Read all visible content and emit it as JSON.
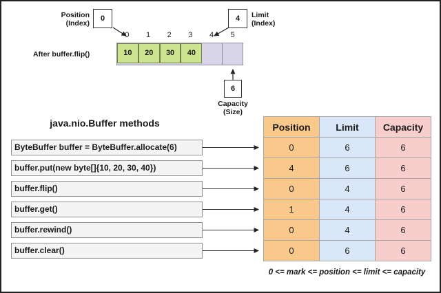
{
  "colors": {
    "buffer_filled": "#cbe58e",
    "buffer_empty": "#d6d4e6",
    "col_position": "#f8c98b",
    "col_limit": "#d9e7f8",
    "col_capacity": "#f8cecc",
    "method_box_bg": "#f4f4f4"
  },
  "diagram": {
    "state_label": "After buffer.flip()",
    "position_pointer": {
      "line1": "Position",
      "line2": "(Index)",
      "value": "0"
    },
    "limit_pointer": {
      "line1": "Limit",
      "line2": "(Index)",
      "value": "4"
    },
    "capacity_pointer": {
      "line1": "Capacity",
      "line2": "(Size)",
      "value": "6"
    },
    "indices": [
      "0",
      "1",
      "2",
      "3",
      "4",
      "5"
    ],
    "cells": [
      "10",
      "20",
      "30",
      "40",
      "",
      ""
    ]
  },
  "methods_section": {
    "title": "java.nio.Buffer methods",
    "methods": [
      "ByteBuffer buffer = ByteBuffer.allocate(6)",
      "buffer.put(new byte[]{10, 20, 30, 40})",
      "buffer.flip()",
      "buffer.get()",
      "buffer.rewind()",
      "buffer.clear()"
    ]
  },
  "table": {
    "headers": [
      "Position",
      "Limit",
      "Capacity"
    ],
    "rows": [
      [
        "0",
        "6",
        "6"
      ],
      [
        "4",
        "6",
        "6"
      ],
      [
        "0",
        "4",
        "6"
      ],
      [
        "1",
        "4",
        "6"
      ],
      [
        "0",
        "4",
        "6"
      ],
      [
        "0",
        "6",
        "6"
      ]
    ]
  },
  "footer": {
    "invariant": "0 <= mark <= position <= limit <= capacity"
  }
}
